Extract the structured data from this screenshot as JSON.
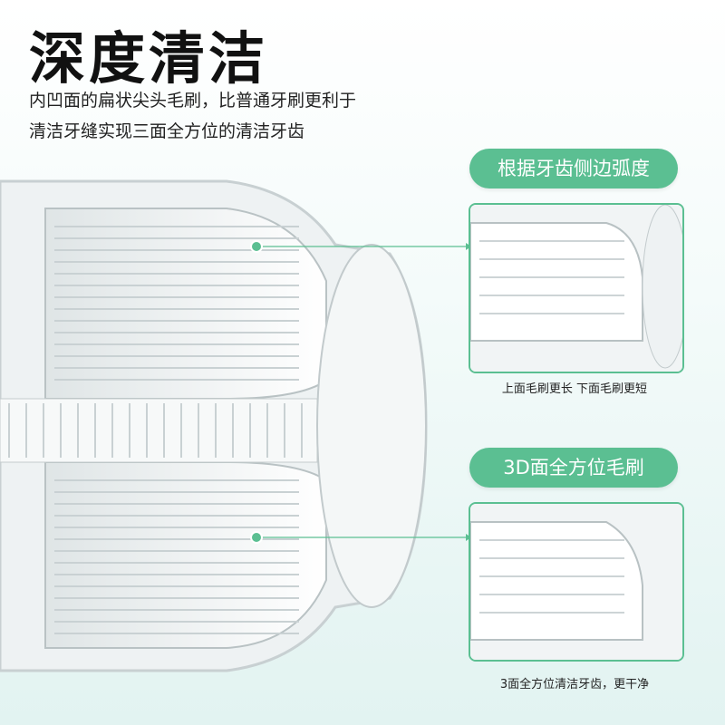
{
  "header": {
    "title": "深度清洁",
    "subtitle_line1": "内凹面的扁状尖头毛刷，比普通牙刷更利于",
    "subtitle_line2": "清洁牙缝实现三面全方位的清洁牙齿"
  },
  "callouts": [
    {
      "label": "根据牙齿侧边弧度",
      "caption": "上面毛刷更长  下面毛刷更短"
    },
    {
      "label": "3D面全方位毛刷",
      "caption": "3面全方位清洁牙齿，更干净"
    }
  ],
  "colors": {
    "accent": "#5bbf92",
    "background_end": "#e2f3f1"
  }
}
